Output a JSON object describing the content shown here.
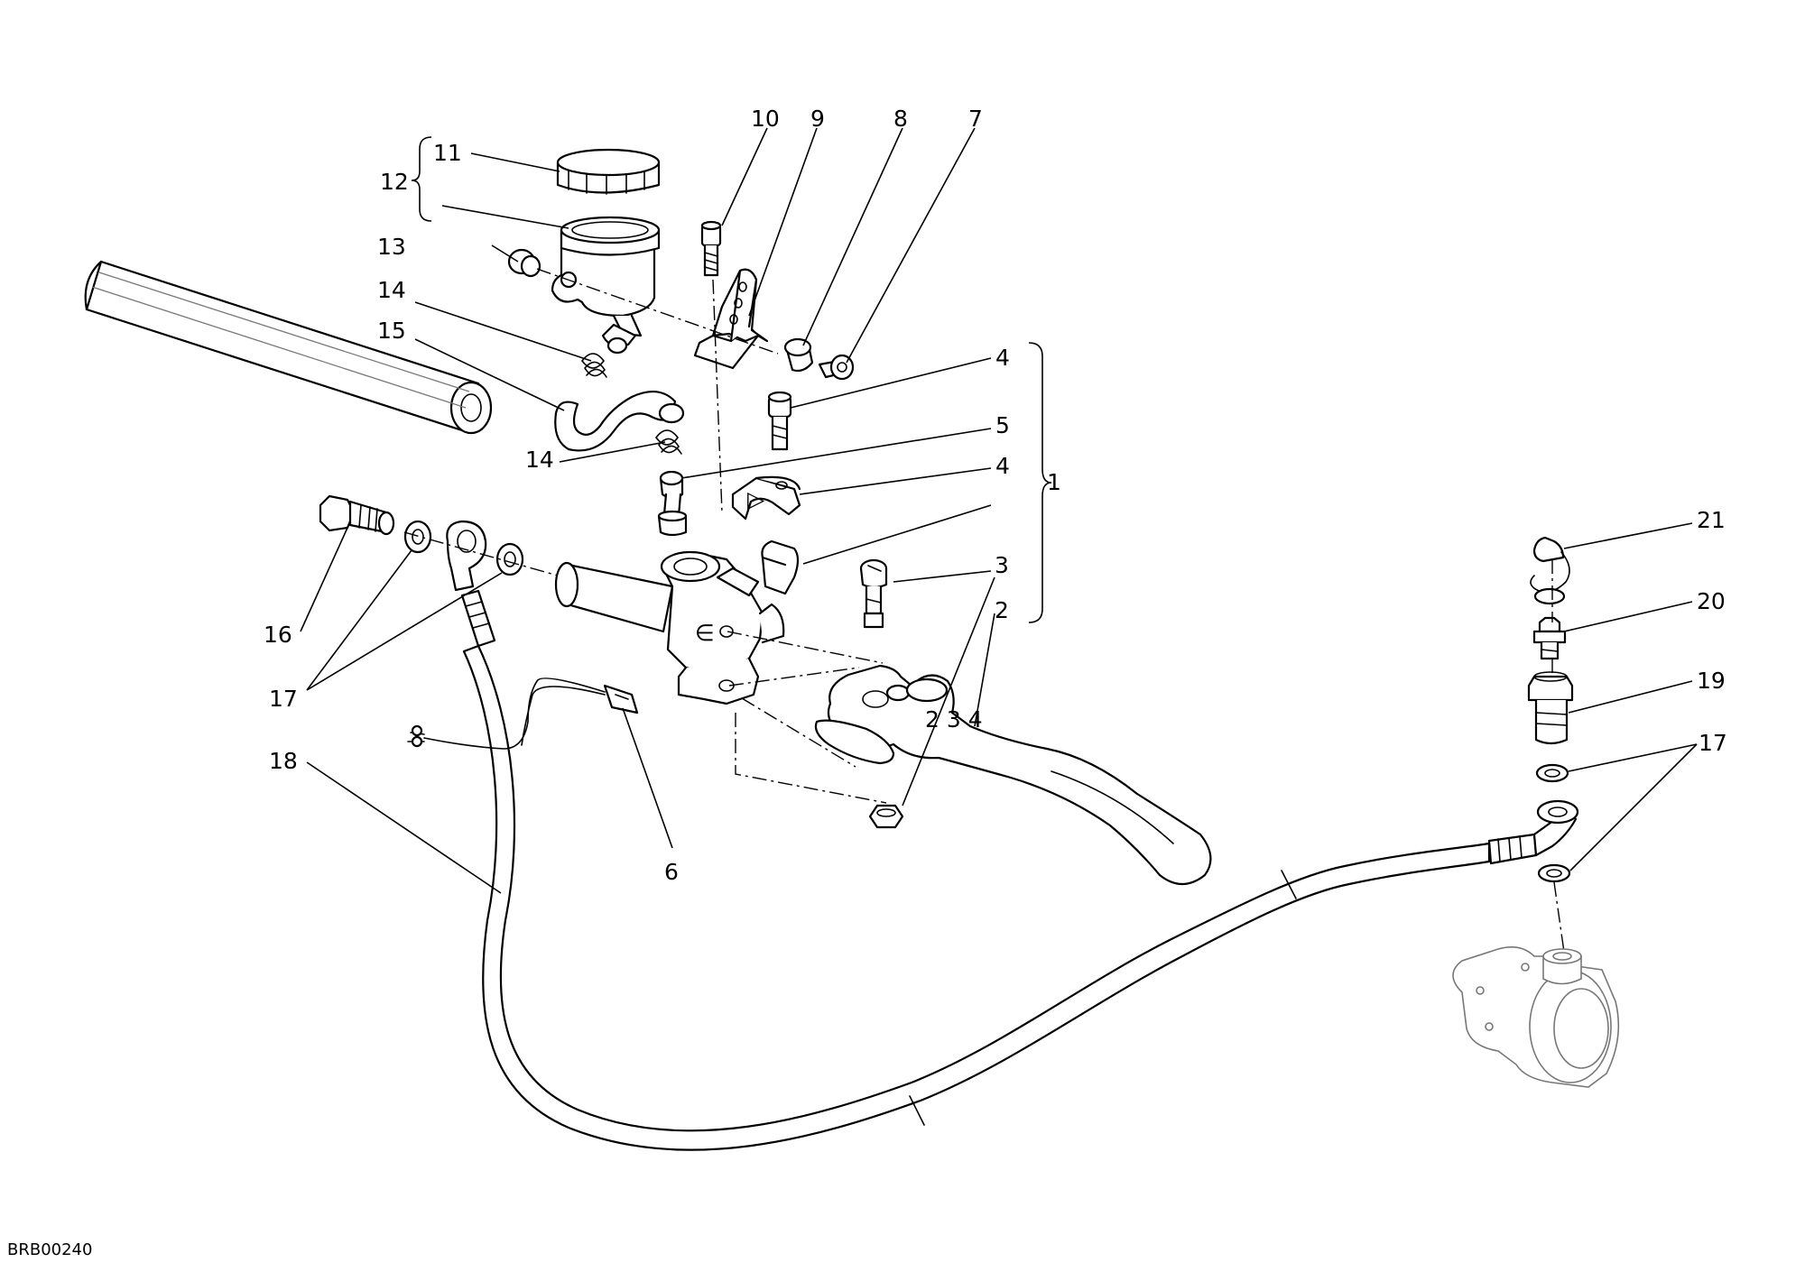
{
  "drawing_code": "BRB00240",
  "callouts": [
    "1",
    "2",
    "3",
    "4",
    "4",
    "5",
    "6",
    "7",
    "8",
    "9",
    "10",
    "11",
    "12",
    "13",
    "14",
    "14",
    "15",
    "16",
    "17",
    "17",
    "18",
    "19",
    "20",
    "21"
  ]
}
